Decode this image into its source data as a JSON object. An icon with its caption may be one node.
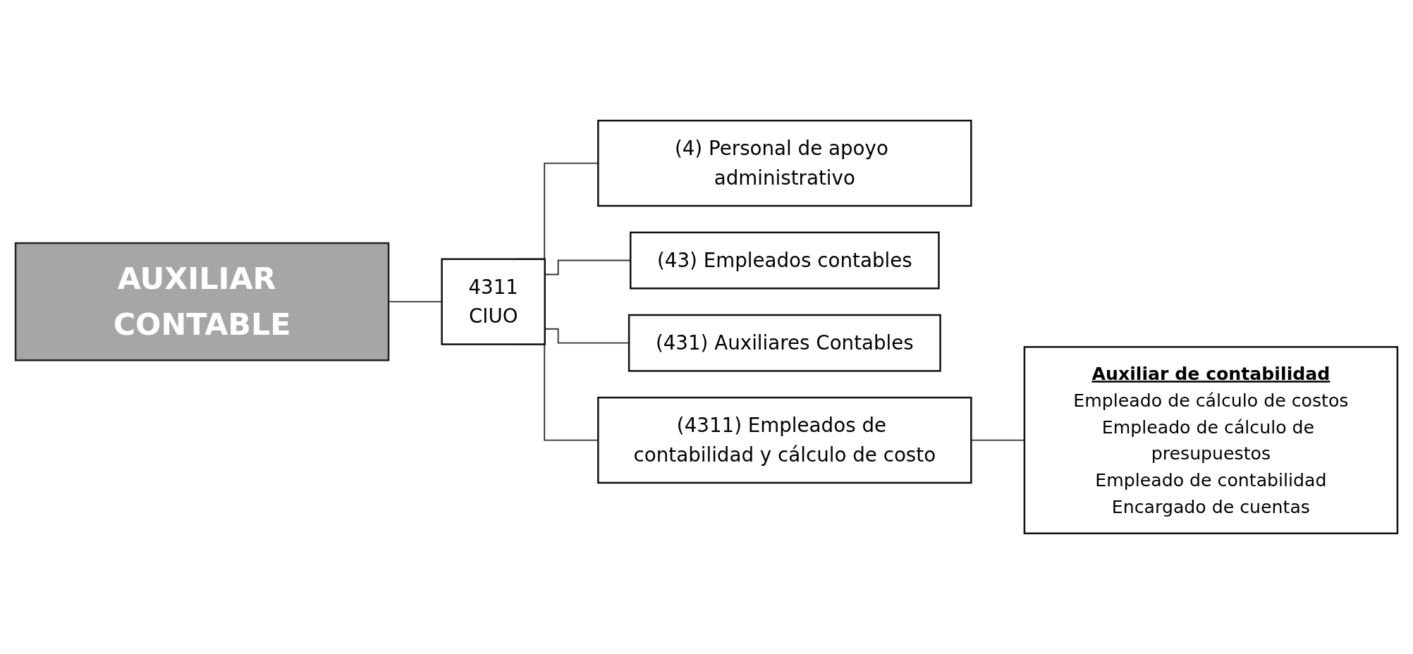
{
  "diagram": {
    "nodes": [
      {
        "text": [
          "AUXILIAR CONTABLE"
        ]
      },
      {
        "text": [
          "4311",
          "CIUO"
        ]
      },
      {
        "text": [
          "(4) Personal de apoyo administrativo"
        ]
      },
      {
        "text": [
          "(43) Empleados contables"
        ]
      },
      {
        "text": [
          "(431) Auxiliares Contables"
        ]
      },
      {
        "text": [
          "(4311) Empleados de contabilidad y cálculo de costo"
        ]
      },
      {
        "text": [
          "Auxiliar de contabilidad",
          "Empleado de cálculo de costos",
          "Empleado de cálculo de presupuestos",
          "Empleado de contabilidad",
          "Encargado de cuentas"
        ]
      }
    ],
    "edges": [
      {
        "from": 0,
        "to": 1,
        "arrow": "none"
      },
      {
        "from": 1,
        "to": 2,
        "arrow": "none"
      },
      {
        "from": 1,
        "to": 3,
        "arrow": "none"
      },
      {
        "from": 1,
        "to": 4,
        "arrow": "none"
      },
      {
        "from": 1,
        "to": 5,
        "arrow": "none"
      },
      {
        "from": 5,
        "to": 6,
        "arrow": "none"
      }
    ]
  }
}
